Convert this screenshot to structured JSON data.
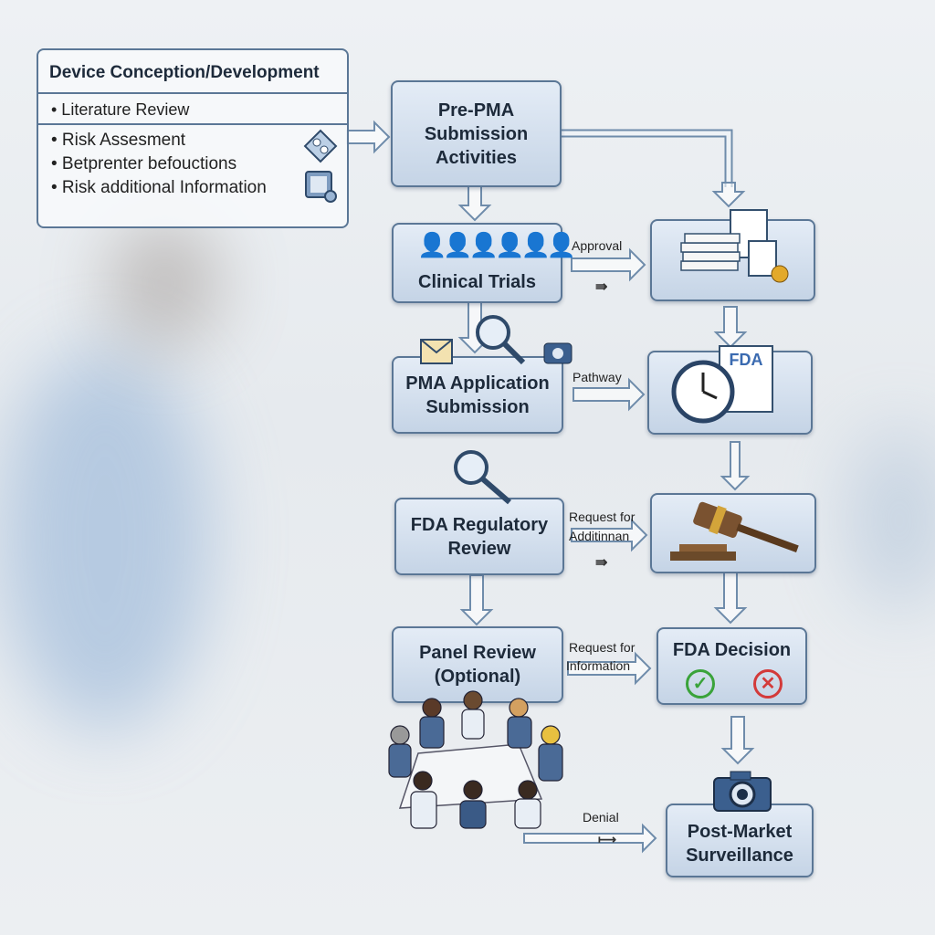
{
  "device_box": {
    "title": "Device Conception/Development",
    "items": [
      "• Literature Review",
      "• Risk Assesment",
      "• Betprenter befouctions",
      "• Risk additional Information"
    ]
  },
  "boxes": {
    "pre_pma": [
      "Pre-PMA",
      "Submission",
      "Activities"
    ],
    "clinical_trials": "Clinical Trials",
    "pma_application": [
      "PMA Application",
      "Submission"
    ],
    "fda_review": [
      "FDA Regulatory",
      "Review"
    ],
    "panel_review": [
      "Panel Review",
      "(Optional)"
    ],
    "fda_decision": "FDA Decision",
    "post_market": [
      "Post-Market",
      "Surveillance"
    ]
  },
  "labels": {
    "approval": "Approval",
    "pathway": "Pathway",
    "request_additional": [
      "Request for",
      "Additinnan"
    ],
    "request_information": [
      "Request for",
      "Information"
    ],
    "denial": "Denial",
    "fda_doc": "FDA"
  },
  "colors": {
    "box_border": "#5b7796",
    "approve": "#3aa33a",
    "reject": "#d33a3a",
    "arrow": "#6f8cab"
  }
}
